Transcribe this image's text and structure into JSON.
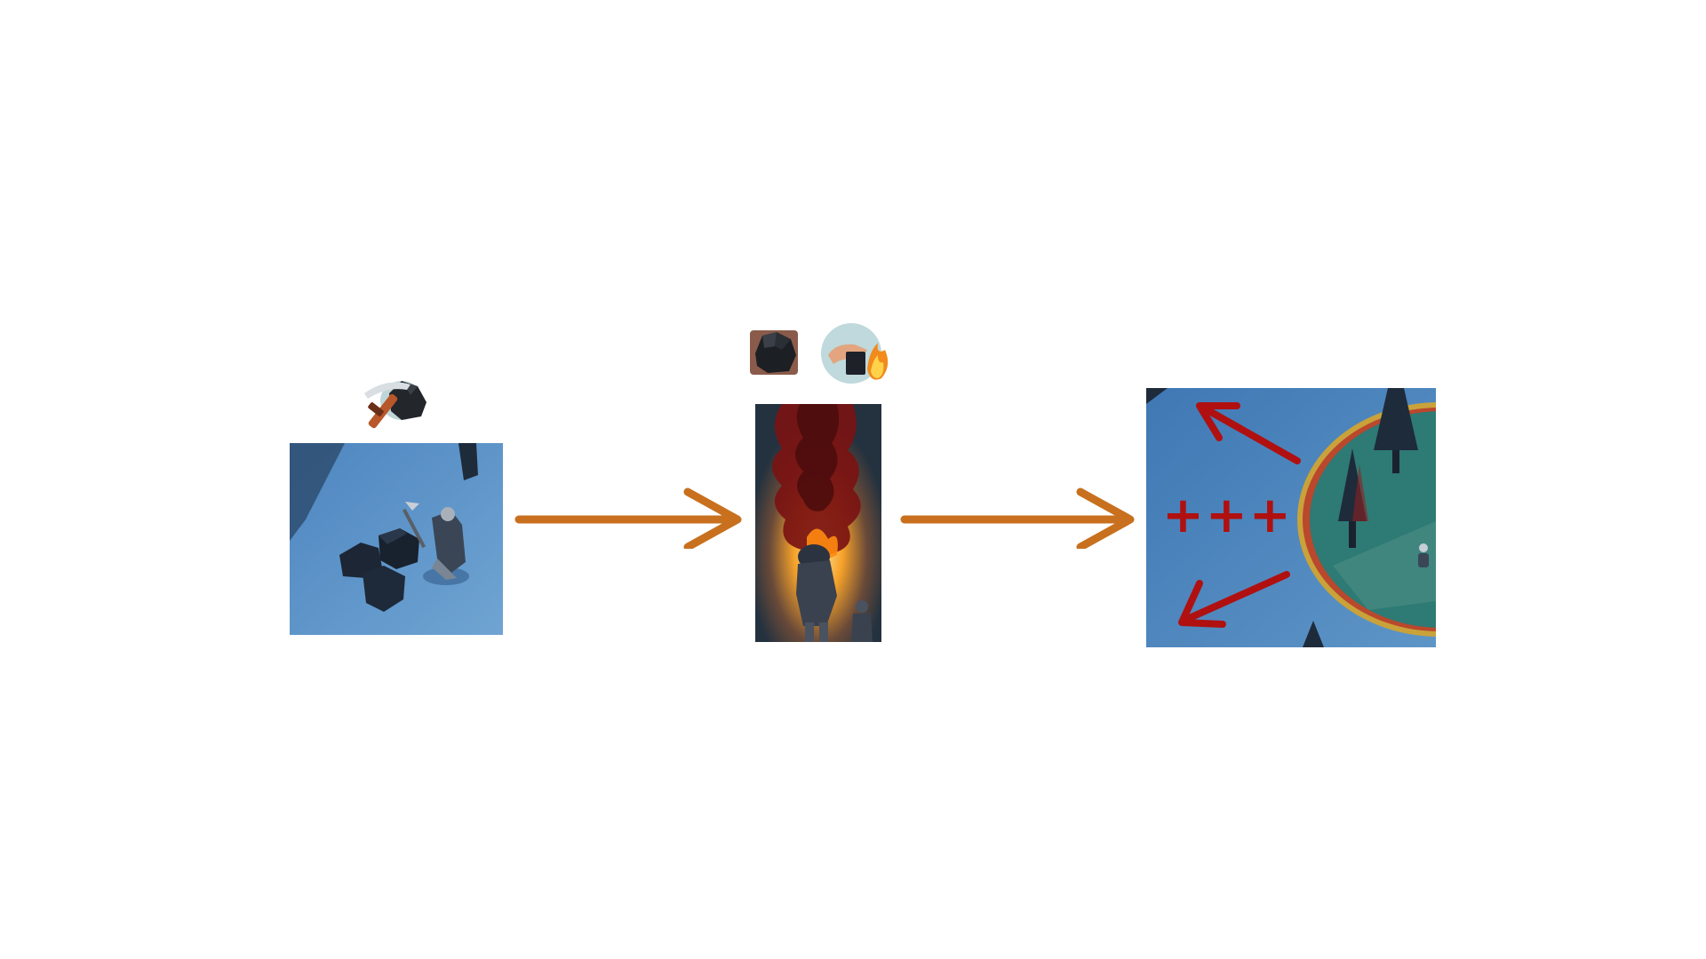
{
  "diagram": {
    "steps": [
      {
        "id": "mine-coal",
        "icon": "pickaxe-coal-icon",
        "scene": "miner-at-coal-rocks"
      },
      {
        "id": "burn-coal",
        "icons": [
          "coal-chunk-icon",
          "burning-coal-icon"
        ],
        "scene": "fire-with-dark-smoke"
      },
      {
        "id": "expand-zone",
        "scene": "expanding-safe-zone-circle",
        "label": "+++"
      }
    ],
    "connectors": [
      "arrow-right",
      "arrow-right"
    ]
  },
  "colors": {
    "background": "#ffffff",
    "arrow": "#C8701E",
    "expansion_marks": "#B01010",
    "scene_blue": "#5E95C7",
    "scene_dark": "#1E2B3B",
    "zone_green": "#2E7A74",
    "fire": "#F6A22A",
    "smoke": "#7A1212"
  }
}
